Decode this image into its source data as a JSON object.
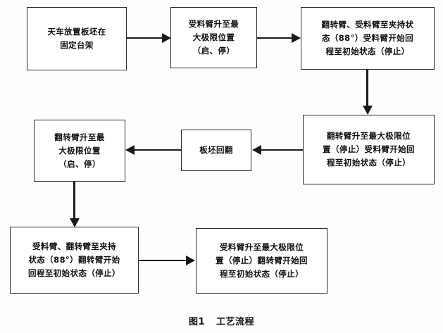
{
  "figure": {
    "caption_label": "图1",
    "caption_title": "工艺流程"
  },
  "colors": {
    "box_border": "#2b2b2b",
    "arrow": "#1a1a1a",
    "background": "#fdfdfc",
    "text": "#101010"
  },
  "nodes": [
    {
      "id": "n1",
      "lines": [
        "天车放置板坯在",
        "固定台架"
      ]
    },
    {
      "id": "n2",
      "lines": [
        "受料臂升至最",
        "大极限位置",
        "（启、停）"
      ]
    },
    {
      "id": "n3",
      "lines": [
        "翻转臂、受料臂至夹持状",
        "态（88°）受料臂开始回",
        "程至初始状态（停止）"
      ]
    },
    {
      "id": "n4",
      "lines": [
        "翻转臂升至最大极限位",
        "置（停止）受料臂开始回",
        "程至初始状态（停止）"
      ]
    },
    {
      "id": "n5",
      "lines": [
        "板坯回翻"
      ]
    },
    {
      "id": "n6",
      "lines": [
        "翻转臂升至最",
        "大极限位置",
        "（启、停）"
      ]
    },
    {
      "id": "n7",
      "lines": [
        "受料臂、翻转臂至夹持",
        "状态（88°）翻转臂开始",
        "回程至初始状态（停止）"
      ]
    },
    {
      "id": "n8",
      "lines": [
        "受料臂升至最大极限位",
        "置（停止）翻转臂开始回",
        "程至初始状态（停止）"
      ]
    }
  ],
  "edges": [
    {
      "from": "n1",
      "to": "n2",
      "direction": "right"
    },
    {
      "from": "n2",
      "to": "n3",
      "direction": "right"
    },
    {
      "from": "n3",
      "to": "n4",
      "direction": "down"
    },
    {
      "from": "n4",
      "to": "n5",
      "direction": "left"
    },
    {
      "from": "n5",
      "to": "n6",
      "direction": "left"
    },
    {
      "from": "n6",
      "to": "n7",
      "direction": "down"
    },
    {
      "from": "n7",
      "to": "n8",
      "direction": "right"
    }
  ]
}
